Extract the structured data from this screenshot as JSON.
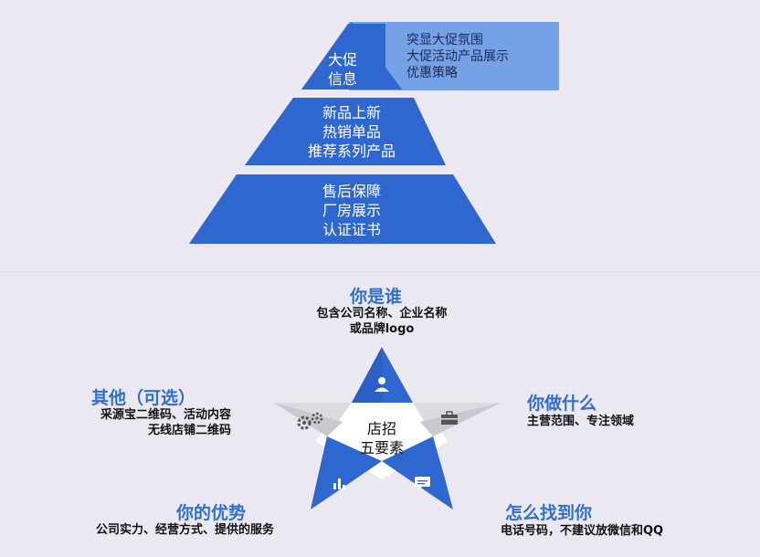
{
  "pyramid": {
    "top": {
      "lines": [
        "大促",
        "信息"
      ]
    },
    "callout": {
      "lines": [
        "突显大促氛围",
        "大促活动产品展示",
        "优惠策略"
      ]
    },
    "middle": {
      "lines": [
        "新品上新",
        "热销单品",
        "推荐系列产品"
      ]
    },
    "bottom": {
      "lines": [
        "售后保障",
        "厂房展示",
        "认证证书"
      ]
    }
  },
  "star": {
    "center": {
      "lines": [
        "店招",
        "五要素"
      ]
    },
    "top": {
      "title": "你是谁",
      "lines": [
        "包含公司名称、企业名称",
        "或品牌logo"
      ],
      "icon": "user-icon"
    },
    "right": {
      "title": "你做什么",
      "lines": [
        "主营范围、专注领域"
      ],
      "icon": "briefcase-icon"
    },
    "bottom_right": {
      "title": "怎么找到你",
      "lines": [
        "电话号码，不建议放微信和QQ"
      ],
      "icon": "chat-icon"
    },
    "bottom_left": {
      "title": "你的优势",
      "lines": [
        "公司实力、经营方式、提供的服务"
      ],
      "icon": "bar-chart-icon"
    },
    "left": {
      "title": "其他（可选）",
      "lines": [
        "采源宝二维码、活动内容",
        "无线店铺二维码"
      ],
      "icon": "gears-icon"
    }
  },
  "colors": {
    "primary": "#2f67d0",
    "callout": "#6f9de6",
    "accent_text": "#2f6fd3",
    "background": "#ece8f1"
  }
}
